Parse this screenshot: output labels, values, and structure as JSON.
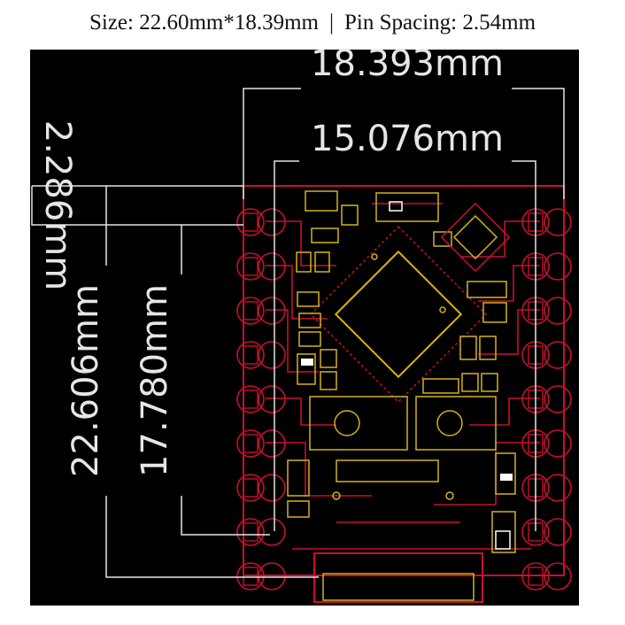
{
  "header": {
    "size_text": "Size: 22.60mm*18.39mm",
    "separator": "|",
    "pin_spacing_text": "Pin Spacing: 2.54mm"
  },
  "dimensions": {
    "width_outer": "18.393mm",
    "width_inner": "15.076mm",
    "top_offset": "2.286mm",
    "height_outer": "22.606mm",
    "height_inner": "17.780mm"
  },
  "colors": {
    "background": "#000000",
    "copper": "#c8102e",
    "silkscreen": "#d4b21c",
    "dimension": "#e6e6e6"
  }
}
